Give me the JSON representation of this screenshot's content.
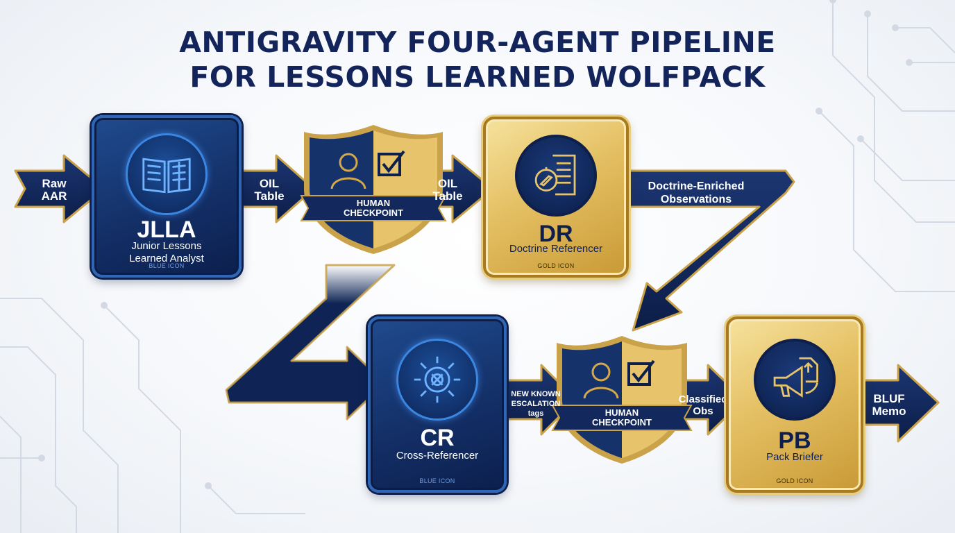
{
  "title": {
    "line1": "ANTIGRAVITY FOUR-AGENT PIPELINE",
    "line2": "FOR LESSONS LEARNED WOLFPACK"
  },
  "colors": {
    "navy": "#13245a",
    "blue_card": "#143068",
    "gold_card": "#e4bf62",
    "gold_trim": "#c99a36"
  },
  "flow_labels": {
    "raw_aar": [
      "Raw",
      "AAR"
    ],
    "oil_table_1": [
      "OIL",
      "Table"
    ],
    "oil_table_2": [
      "OIL",
      "Table"
    ],
    "doctrine_obs": [
      "Doctrine-Enriched",
      "Observations"
    ],
    "escalation_tags": [
      "NEW KNOWN",
      "ESCALATION",
      "tags"
    ],
    "classified_obs": [
      "Classified",
      "Obs"
    ],
    "bluf_memo": [
      "BLUF",
      "Memo"
    ]
  },
  "agents": {
    "jlla": {
      "code": "JLLA",
      "name_line1": "Junior Lessons",
      "name_line2": "Learned Analyst",
      "tag": "BLUE ICON",
      "icon": "book-icon"
    },
    "dr": {
      "code": "DR",
      "name_line1": "Doctrine Referencer",
      "tag": "GOLD ICON",
      "icon": "compass-scroll-icon"
    },
    "cr": {
      "code": "CR",
      "name_line1": "Cross-Referencer",
      "tag": "BLUE ICON",
      "icon": "gear-network-icon"
    },
    "pb": {
      "code": "PB",
      "name_line1": "Pack Briefer",
      "tag": "GOLD ICON",
      "icon": "megaphone-icon"
    }
  },
  "checkpoints": [
    {
      "label_line1": "HUMAN",
      "label_line2": "CHECKPOINT",
      "icon": "shield-user-check-icon"
    },
    {
      "label_line1": "HUMAN",
      "label_line2": "CHECKPOINT",
      "icon": "shield-user-check-icon"
    }
  ]
}
